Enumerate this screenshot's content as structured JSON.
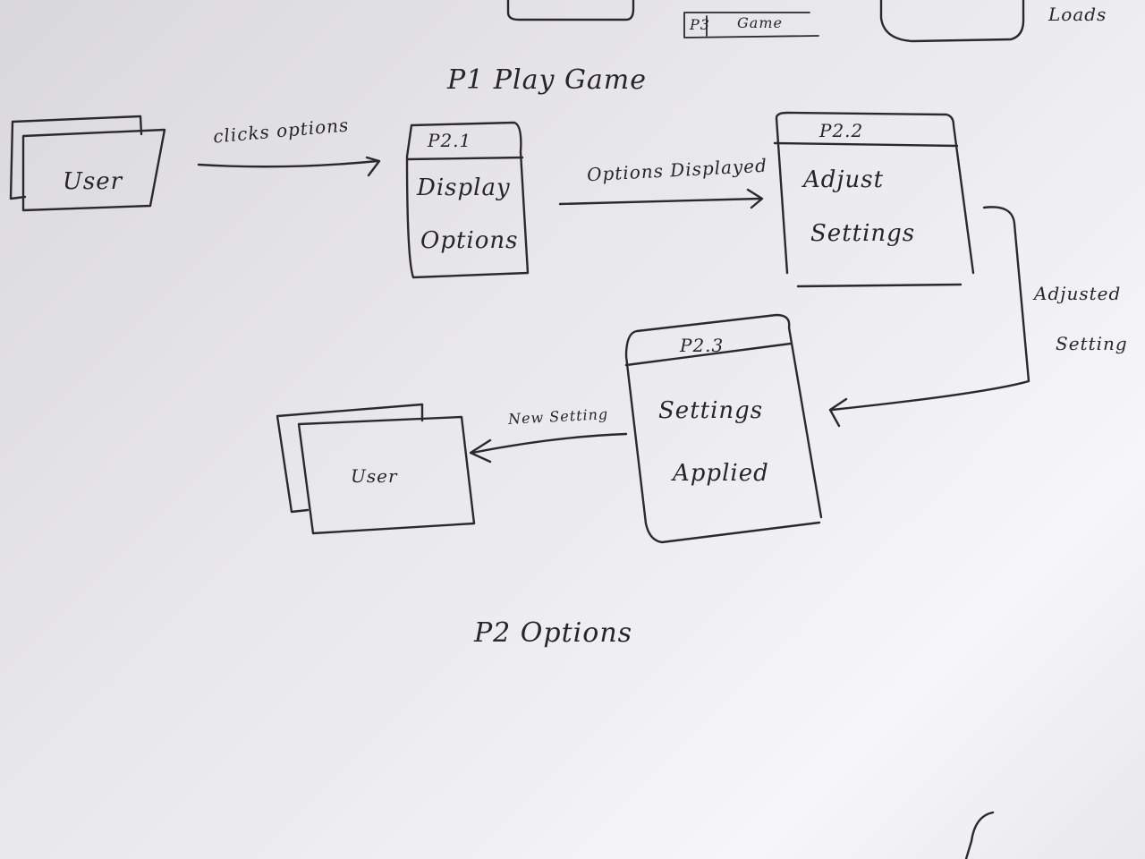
{
  "top_fragment": {
    "p3_label": "P3",
    "game_label": "Game",
    "loads_label": "Loads"
  },
  "p1_title": "P1   Play   Game",
  "p2_title": "P2 Options",
  "entities": {
    "user_top": "User",
    "user_bottom": "User"
  },
  "processes": {
    "p2_1": {
      "id": "P2.1",
      "line1": "Display",
      "line2": "Options"
    },
    "p2_2": {
      "id": "P2.2",
      "line1": "Adjust",
      "line2": "Settings"
    },
    "p2_3": {
      "id": "P2.3",
      "line1": "Settings",
      "line2": "Applied"
    }
  },
  "flows": {
    "clicks_options": "clicks options",
    "options_displayed": "Options Displayed",
    "adjusted_setting_l1": "Adjusted",
    "adjusted_setting_l2": "Setting",
    "new_setting": "New Setting"
  }
}
